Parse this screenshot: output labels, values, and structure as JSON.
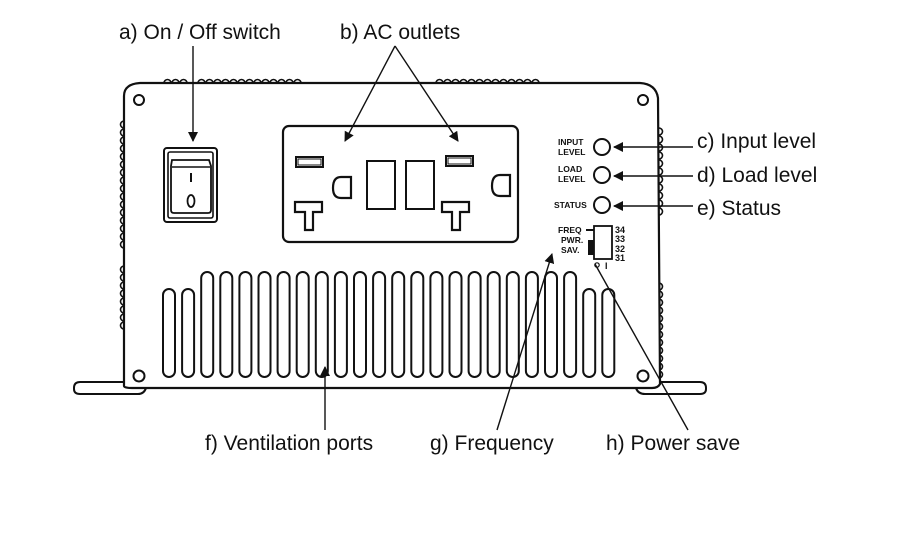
{
  "diagram": {
    "subject": "Power inverter front panel",
    "callouts": {
      "a": "a) On / Off switch",
      "b": "b) AC outlets",
      "c": "c) Input level",
      "d": "d) Load level",
      "e": "e) Status",
      "f": "f) Ventilation ports",
      "g": "g) Frequency",
      "h": "h) Power save"
    },
    "panel_labels": {
      "input_level_1": "INPUT",
      "input_level_2": "LEVEL",
      "load_level_1": "LOAD",
      "load_level_2": "LEVEL",
      "status": "STATUS",
      "freq": "FREQ",
      "pwr": "PWR.",
      "sav": "SAV.",
      "dip_34": "34",
      "dip_33": "33",
      "dip_32": "32",
      "dip_31": "31",
      "dip_off": "O",
      "dip_on": "I"
    },
    "switch": {
      "on_symbol": "I",
      "off_symbol": "0"
    },
    "ventilation": {
      "slot_count": 24
    },
    "colors": {
      "line": "#111111",
      "background": "#ffffff"
    }
  }
}
